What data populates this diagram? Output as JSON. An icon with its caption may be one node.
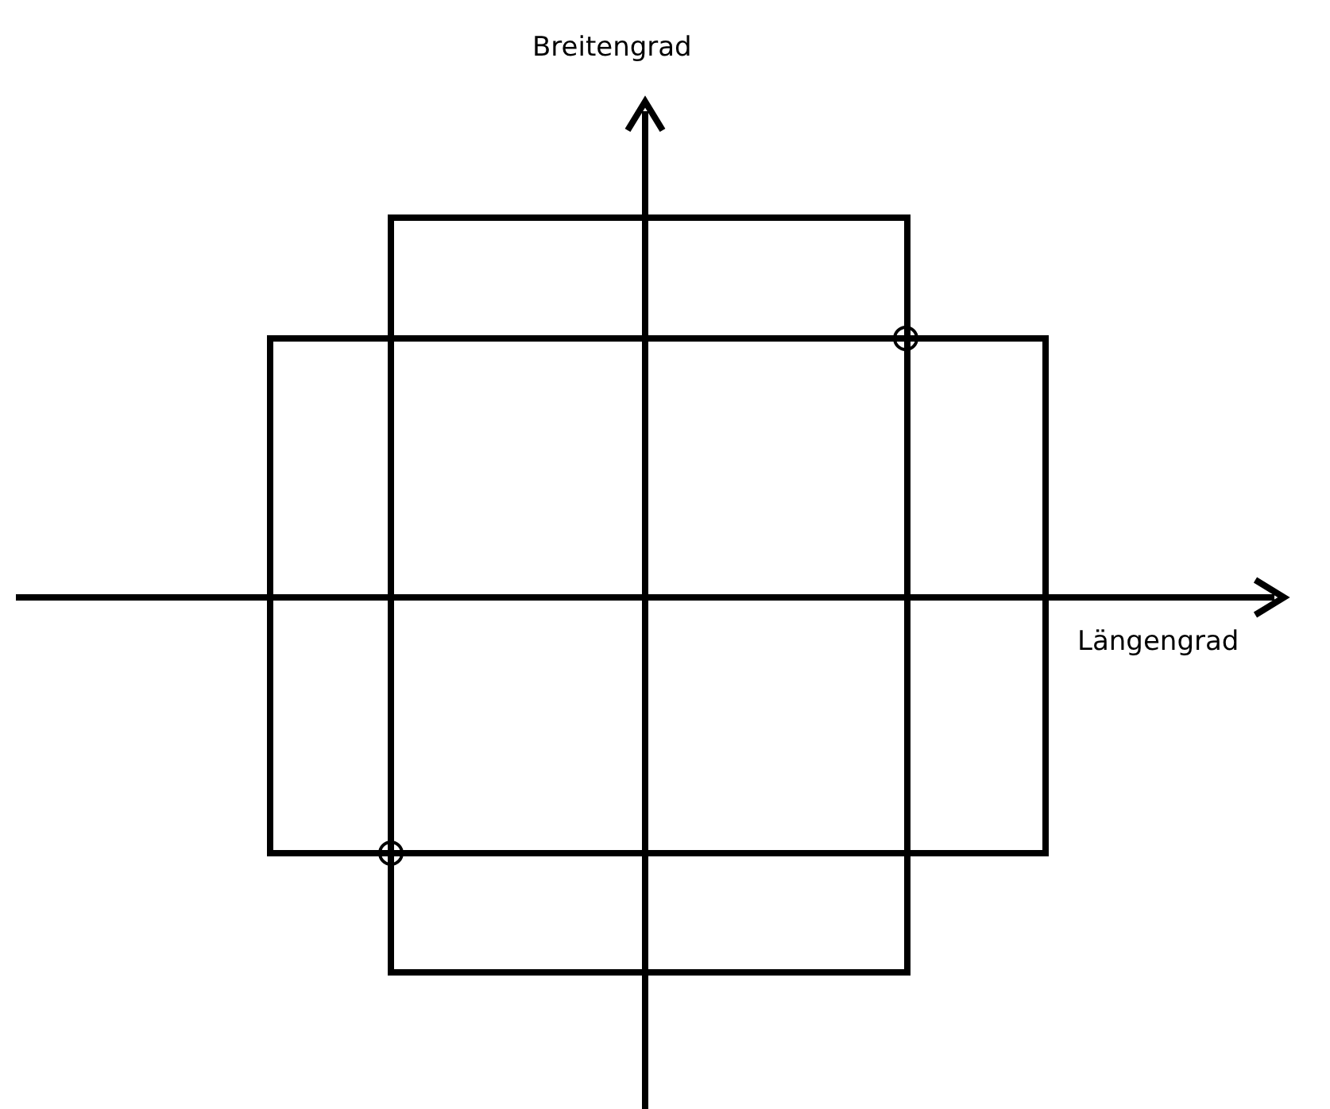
{
  "diagram": {
    "nodes": [
      {
        "text": [],
        "shape": "box"
      },
      {
        "text": [],
        "shape": "box"
      }
    ],
    "labels": [
      "Breitengrad",
      "Längengrad"
    ]
  }
}
